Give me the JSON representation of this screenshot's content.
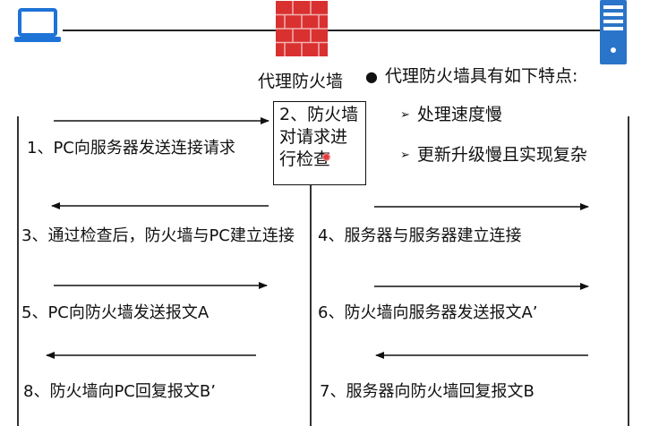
{
  "icons": {
    "pc": "laptop-icon",
    "firewall": "firewall-brick-icon",
    "server": "server-icon"
  },
  "colors": {
    "pc": "#1e73d6",
    "firewall": "#d93030",
    "server": "#2a74c9"
  },
  "firewall_label": "代理防火墙",
  "check_box": {
    "line1": "2、防火墙",
    "line2": "对请求进",
    "line3": "行检查"
  },
  "features": {
    "title": "代理防火墙具有如下特点:",
    "items": [
      "处理速度慢",
      "更新升级慢且实现复杂"
    ]
  },
  "steps": {
    "s1": "1、PC向服务器发送连接请求",
    "s3": "3、通过检查后，防火墙与PC建立连接",
    "s4": "4、服务器与服务器建立连接",
    "s5": "5、PC向防火墙发送报文A",
    "s6": "6、防火墙向服务器发送报文A’",
    "s7": "7、服务器向防火墙回复报文B",
    "s8": "8、防火墙向PC回复报文B’"
  }
}
